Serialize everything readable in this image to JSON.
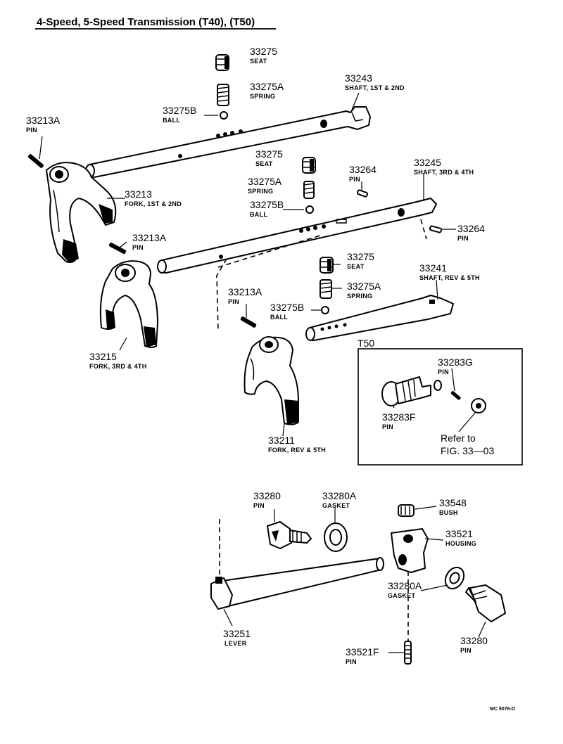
{
  "title": "4-Speed, 5-Speed Transmission (T40), (T50)",
  "parts": [
    {
      "num": "33275",
      "desc": "SEAT"
    },
    {
      "num": "33275A",
      "desc": "SPRING"
    },
    {
      "num": "33275B",
      "desc": "BALL"
    },
    {
      "num": "33243",
      "desc": "SHAFT, 1ST & 2ND"
    },
    {
      "num": "33213A",
      "desc": "PIN"
    },
    {
      "num": "33213",
      "desc": "FORK, 1ST & 2ND"
    },
    {
      "num": "33275",
      "desc": "SEAT"
    },
    {
      "num": "33275A",
      "desc": "SPRING"
    },
    {
      "num": "33275B",
      "desc": "BALL"
    },
    {
      "num": "33264",
      "desc": "PIN"
    },
    {
      "num": "33245",
      "desc": "SHAFT, 3RD & 4TH"
    },
    {
      "num": "33264",
      "desc": "PIN"
    },
    {
      "num": "33213A",
      "desc": "PIN"
    },
    {
      "num": "33215",
      "desc": "FORK, 3RD & 4TH"
    },
    {
      "num": "33275",
      "desc": "SEAT"
    },
    {
      "num": "33275A",
      "desc": "SPRING"
    },
    {
      "num": "33241",
      "desc": "SHAFT, REV & 5TH"
    },
    {
      "num": "33213A",
      "desc": "PIN"
    },
    {
      "num": "33275B",
      "desc": "BALL"
    },
    {
      "num": "33211",
      "desc": "FORK, REV & 5TH"
    },
    {
      "num": "33283G",
      "desc": "PIN"
    },
    {
      "num": "33283F",
      "desc": "PIN"
    },
    {
      "num": "33280",
      "desc": "PIN"
    },
    {
      "num": "33280A",
      "desc": "GASKET"
    },
    {
      "num": "33548",
      "desc": "BUSH"
    },
    {
      "num": "33521",
      "desc": "HOUSING"
    },
    {
      "num": "33280A",
      "desc": "GASKET"
    },
    {
      "num": "33251",
      "desc": "LEVER"
    },
    {
      "num": "33280",
      "desc": "PIN"
    },
    {
      "num": "33521F",
      "desc": "PIN"
    }
  ],
  "inset": {
    "title": "T50",
    "note_line1": "Refer to",
    "note_line2": "FIG. 33—03"
  },
  "figure_code": "MC 5076-D"
}
